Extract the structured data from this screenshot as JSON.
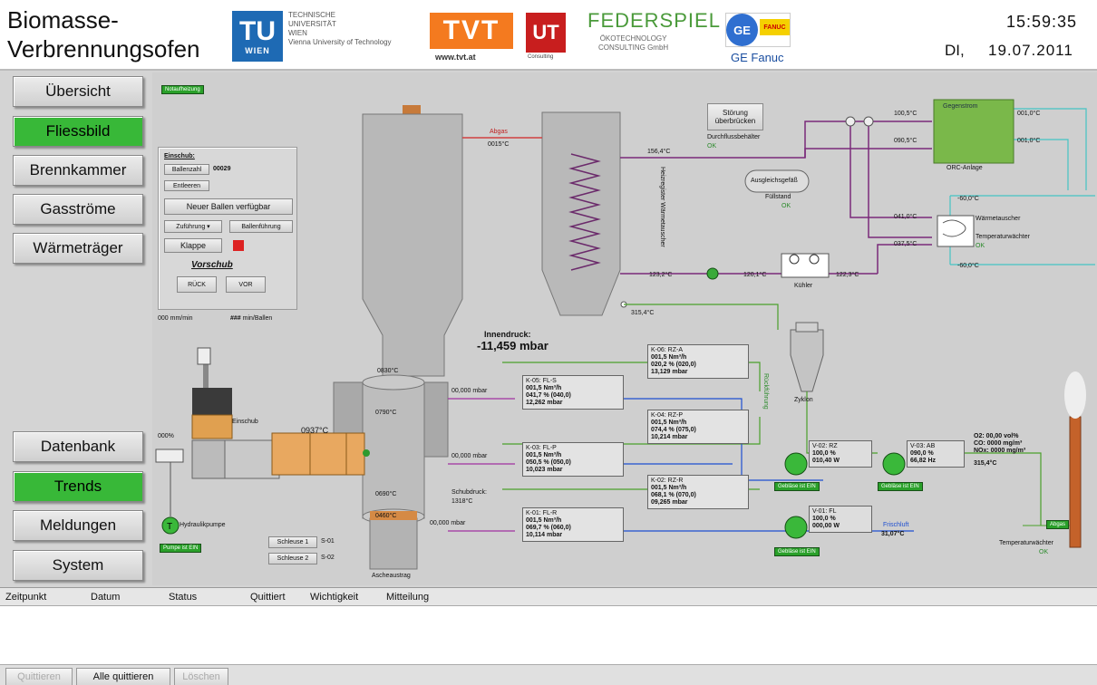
{
  "header": {
    "title_line1": "Biomasse-",
    "title_line2": "Verbrennungsofen",
    "tu_big": "TU",
    "tu_small": "WIEN",
    "tu_text1": "TECHNISCHE",
    "tu_text2": "UNIVERSITÄT",
    "tu_text3": "WIEN",
    "tu_text4": "Vienna University of Technology",
    "tvt": "TVT",
    "tvt_url": "www.tvt.at",
    "ut": "UT",
    "ut_sub": "Consulting",
    "feder": "FEDERSPIEL",
    "feder_sub1": "ÖKOTECHNOLOGY",
    "feder_sub2": "CONSULTING GmbH",
    "ge": "GE",
    "fanuc": "FANUC",
    "ge_label": "GE Fanuc",
    "time": "15:59:35",
    "day": "DI,",
    "date": "19.07.2011"
  },
  "nav": {
    "items": [
      {
        "label": "Übersicht"
      },
      {
        "label": "Fliessbild"
      },
      {
        "label": "Brennkammer"
      },
      {
        "label": "Gasströme"
      },
      {
        "label": "Wärmeträger"
      }
    ],
    "lower": [
      {
        "label": "Datenbank"
      },
      {
        "label": "Trends"
      },
      {
        "label": "Meldungen"
      },
      {
        "label": "System"
      }
    ]
  },
  "diagram": {
    "nachverbrennung": "Notaufheizung",
    "einschub_title": "Einschub:",
    "bale_counter_btn": "Ballenzahl",
    "bale_counter_val": "00029",
    "entleeren": "Entleeren",
    "neuer_ballen": "Neuer Ballen verfügbar",
    "zufuhrung": "Zuführung",
    "ballenfuehrung": "Ballenführung",
    "klappe": "Klappe",
    "vorschub_title": "Vorschub",
    "ruck": "RÜCK",
    "vor": "VOR",
    "speed_val": "000",
    "speed_unit": "mm/min",
    "bale_time_val": "###",
    "bale_time_unit": "min/Ballen",
    "innendruck_label": "Innendruck:",
    "innendruck_val": "-11,459 mbar",
    "temp_top_outlet": "0015°C",
    "temp_top_outlet_label": "Abgas",
    "temp_mid": "0830°C",
    "temp_chamber": "0790°C",
    "temp_lower": "0690°C",
    "temp_bottom": "0460°C",
    "temp_feed": "0937°C",
    "feed_pct": "000%",
    "schubdruck_label": "Schubdruck:",
    "schubdruck_val": "1318°C",
    "schleuse1": "Schleuse 1",
    "schleuse2": "Schleuse 2",
    "s01": "S-01",
    "s02": "S-02",
    "ascheaustrag": "Ascheaustrag",
    "hydraulikpumpe": "Hydraulikpumpe",
    "pumpe_status": "Pumpe ist EIN",
    "einschub_small": "Einschub",
    "hx_label": "Heizregister Wärmetauscher",
    "hx_temp_out": "156,4°C",
    "hx_temp_in": "123,2°C",
    "hx_temp_bottom": "315,4°C",
    "circ_temp": "120,1°C",
    "cooler_label": "Kühler",
    "cooler_temp": "122,3°C",
    "stoerung1": "Störung",
    "stoerung2": "überbrücken",
    "druck_label": "Durchflussbehälter",
    "druck_ok": "OK",
    "ausgleich": "Ausgleichsgefäß",
    "fuellstand": "Füllstand",
    "fuellstand_ok": "OK",
    "orc_top_temp": "100,5°C",
    "orc_mid_temp": "090,5°C",
    "orc_out1": "001,0°C",
    "orc_out2": "001,0°C",
    "orc_label": "ORC-Anlage",
    "orc_box": "Gegenstrom",
    "hx2_temp1": "041,0°C",
    "hx2_temp2": "037,5°C",
    "hx2_label1": "Wärmetauscher",
    "hx2_label2": "Temperaturwächter",
    "hx2_ok": "OK",
    "cool_temp_top": "-60,0°C",
    "cool_temp_bot": "-60,0°C",
    "zyklon": "Zyklon",
    "flow1_pressure": "00,000 mbar",
    "flow2_pressure": "00,000 mbar",
    "flow3_pressure": "00,000 mbar",
    "k05": [
      "K-05: FL-S",
      "001,5 Nm³/h",
      "041,7 % (040,0)",
      "12,262 mbar"
    ],
    "k03": [
      "K-03: FL-P",
      "001,5 Nm³/h",
      "050,5 % (050,0)",
      "10,023 mbar"
    ],
    "k01": [
      "K-01: FL-R",
      "001,5 Nm³/h",
      "069,7 % (060,0)",
      "10,114 mbar"
    ],
    "k06": [
      "K-06: RZ-A",
      "001,5 Nm³/h",
      "020,2 % (020,0)",
      "13,129 mbar"
    ],
    "k04": [
      "K-04: RZ-P",
      "001,5 Nm³/h",
      "074,4 % (075,0)",
      "10,214 mbar"
    ],
    "k02": [
      "K-02: RZ-R",
      "001,5 Nm³/h",
      "068,1 % (070,0)",
      "09,265 mbar"
    ],
    "v02": [
      "V-02: RZ",
      "100,0 %",
      "010,40 W"
    ],
    "v02_status": "Gebläse ist EIN",
    "v03": [
      "V-03: AB",
      "090,0 %",
      "66,82 Hz"
    ],
    "v03_status": "Gebläse ist EIN",
    "v01": [
      "V-01: FL",
      "100,0 %",
      "000,00 W"
    ],
    "v01_status": "Gebläse ist EIN",
    "frischluft": "Frischluft",
    "frischluft_temp": "31,07°C",
    "o2": "O2:  00,00 vol%",
    "co": "CO:  0000 mg/m³",
    "nox": "NOx: 0000 mg/m³",
    "stack_temp": "315,4°C",
    "temp_waechter": "Temperaturwächter",
    "temp_waechter_ok": "OK",
    "abgas_tag": "Abgas",
    "ruck_label": "Rückführung"
  },
  "alarm": {
    "columns": [
      "Zeitpunkt",
      "Datum",
      "Status",
      "Quittiert",
      "Wichtigkeit",
      "Mitteilung"
    ],
    "buttons": {
      "ack": "Quittieren",
      "ack_all": "Alle quittieren",
      "delete": "Löschen"
    }
  }
}
